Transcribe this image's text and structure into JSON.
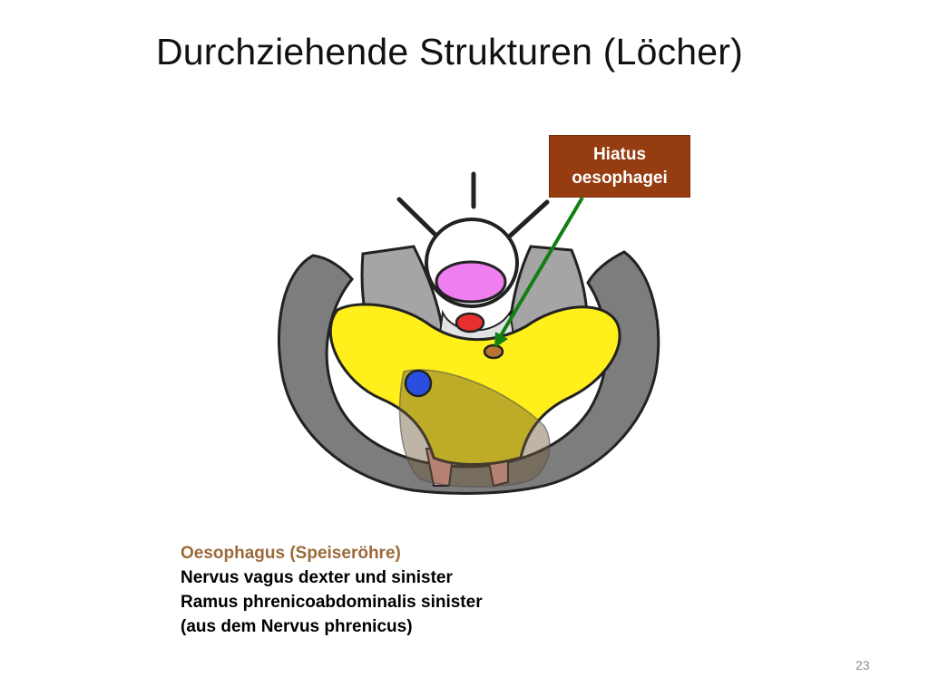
{
  "slide": {
    "title": "Durchziehende Strukturen (Löcher)",
    "callout": {
      "line1": "Hiatus",
      "line2": "oesophagei"
    },
    "legend": [
      "Oesophagus (Speiseröhre)",
      "Nervus vagus dexter und sinister",
      "Ramus phrenicoabdominalis sinister",
      "(aus dem Nervus phrenicus)"
    ],
    "page_number": "23"
  },
  "colors": {
    "callout_fill": "#963c11",
    "arrow": "#118011",
    "oesophagus": "#b87433",
    "aorta": "#e83030",
    "vena_cava": "#2a4fe0",
    "centrum_tendineum": "#ffef1a",
    "muscle": "#8a8a8a",
    "vertebral_body": "#ef7ef0",
    "legend_highlight": "#9b6a3a"
  }
}
